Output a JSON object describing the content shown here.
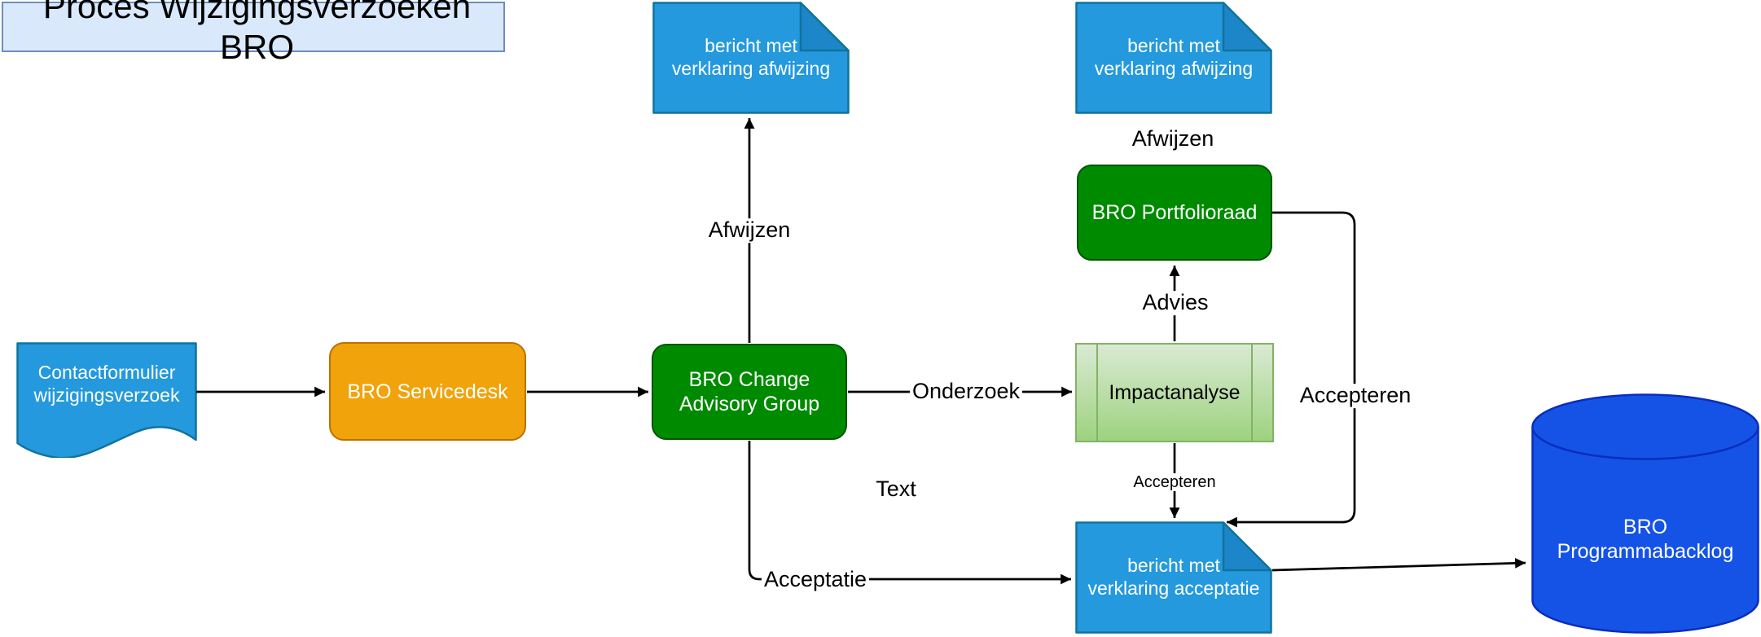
{
  "title": "Proces Wijzigingsverzoeken BRO",
  "colors": {
    "title_fill": "#dae8fc",
    "title_stroke": "#6c8ebf",
    "note_blue_fill": "#2499dd",
    "note_blue_fold": "#1d86c8",
    "note_blue_stroke": "#10739e",
    "green_fill": "#008a00",
    "green_stroke": "#005700",
    "orange_fill": "#f0a30a",
    "orange_stroke": "#bd7000",
    "process_gradient_top": "#d9ead3",
    "process_gradient_bottom": "#9ed27f",
    "process_stroke": "#82b366",
    "database_fill": "#1553e6",
    "database_stroke": "#0a2dbd",
    "edge_stroke": "#000000"
  },
  "nodes": {
    "contactformulier": "Contactformulier\nwijzigingsverzoek",
    "servicedesk": "BRO Servicedesk",
    "change_advisory_group": "BRO Change\nAdvisory Group",
    "note_afwijzing_cag": "bericht met\nverklaring afwijzing",
    "note_afwijzing_portfolio": "bericht met\nverklaring afwijzing",
    "portfolioraad": "BRO Portfolioraad",
    "impactanalyse": "Impactanalyse",
    "note_acceptatie": "bericht met\nverklaring acceptatie",
    "programmabacklog": "BRO\nProgrammabacklog"
  },
  "edge_labels": {
    "afwijzen_cag": "Afwijzen",
    "afwijzen_portfolio": "Afwijzen",
    "advies": "Advies",
    "onderzoek": "Onderzoek",
    "accepteren_portfolio": "Accepteren",
    "accepteren_impact": "Accepteren",
    "acceptatie": "Acceptatie",
    "free_text": "Text"
  }
}
